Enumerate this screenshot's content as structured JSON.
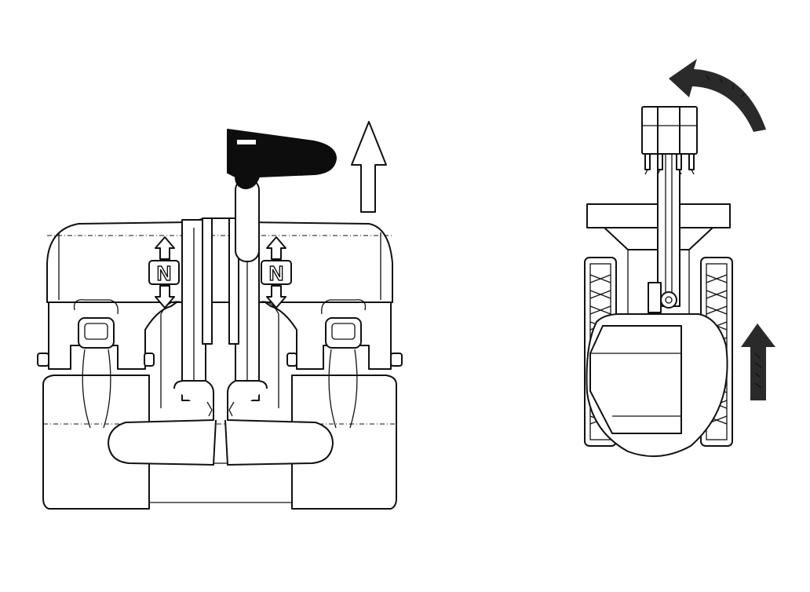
{
  "figure": {
    "left_panel": {
      "name": "travel-control-levers-rear-view",
      "lever_indicator_letter_left": "N",
      "lever_indicator_letter_right": "N",
      "push_direction": "up"
    },
    "right_panel": {
      "name": "excavator-top-view",
      "travel_direction": "forward",
      "rotation_direction": "counterclockwise"
    },
    "colors": {
      "line": "#111111",
      "lever_fill": "#0d0d0d",
      "arrow_fill": "#2a2a2a",
      "background": "#ffffff"
    }
  }
}
